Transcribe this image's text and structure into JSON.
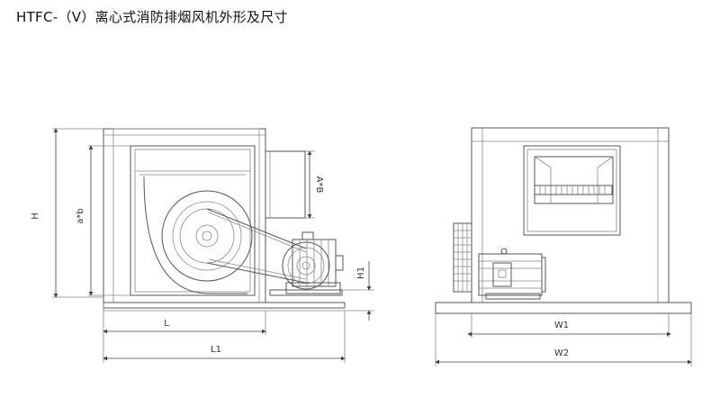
{
  "title": "HTFC-（V）离心式消防排烟风机外形及尺寸",
  "dimensions": {
    "H": "H",
    "a_b": "a*b",
    "A_B": "A*B",
    "H1": "H1",
    "L": "L",
    "L1": "L1",
    "W1": "W1",
    "W2": "W2"
  }
}
